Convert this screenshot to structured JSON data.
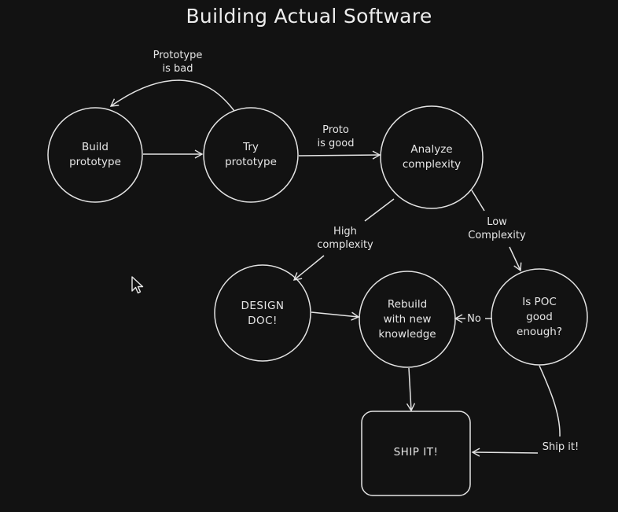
{
  "title": "Building Actual Software",
  "nodes": {
    "build_prototype": "Build\nprototype",
    "try_prototype": "Try\nprototype",
    "analyze_complexity": "Analyze\ncomplexity",
    "design_doc": "DESIGN\nDOC!",
    "rebuild": "Rebuild\nwith new\nknowledge",
    "is_poc_good": "Is POC\ngood\nenough?",
    "ship_it": "SHIP IT!"
  },
  "edges": {
    "prototype_is_bad": "Prototype\nis bad",
    "proto_is_good": "Proto\nis good",
    "high_complexity": "High\ncomplexity",
    "low_complexity": "Low\nComplexity",
    "no": "No",
    "ship_it": "Ship it!"
  },
  "colors": {
    "background": "#121212",
    "stroke": "#e3e3e3",
    "text": "#e6e6e6"
  },
  "icons": {
    "cursor": "mouse-pointer-icon"
  }
}
